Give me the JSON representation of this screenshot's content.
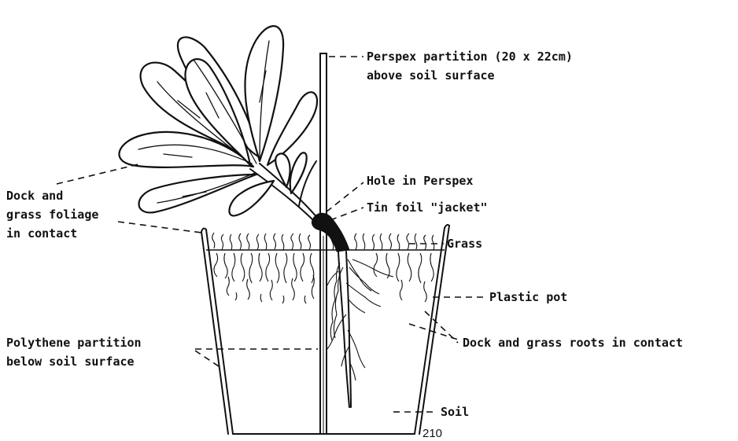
{
  "labels": {
    "perspex_line1": "Perspex partition (20 x 22cm)",
    "perspex_line2": "above soil surface",
    "hole": "Hole in Perspex",
    "tinfoil": "Tin foil \"jacket\"",
    "grass": "Grass",
    "plastic_pot": "Plastic pot",
    "roots_contact": "Dock and grass roots in contact",
    "soil": "Soil",
    "dock_foliage_line1": "Dock and",
    "dock_foliage_line2": "grass foliage",
    "dock_foliage_line3": "in contact",
    "polythene_line1": "Polythene partition",
    "polythene_line2": "below soil surface"
  },
  "page_number": "210"
}
